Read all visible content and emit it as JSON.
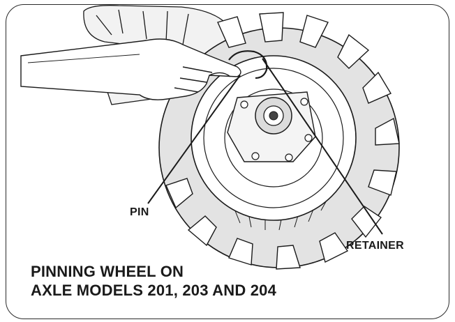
{
  "figure": {
    "caption_line1": "PINNING WHEEL ON",
    "caption_line2": "AXLE MODELS 201, 203 AND 204"
  },
  "callouts": {
    "pin": "PIN",
    "retainer": "RETAINER"
  },
  "colors": {
    "ink": "#1a1a1a",
    "background": "#ffffff"
  }
}
